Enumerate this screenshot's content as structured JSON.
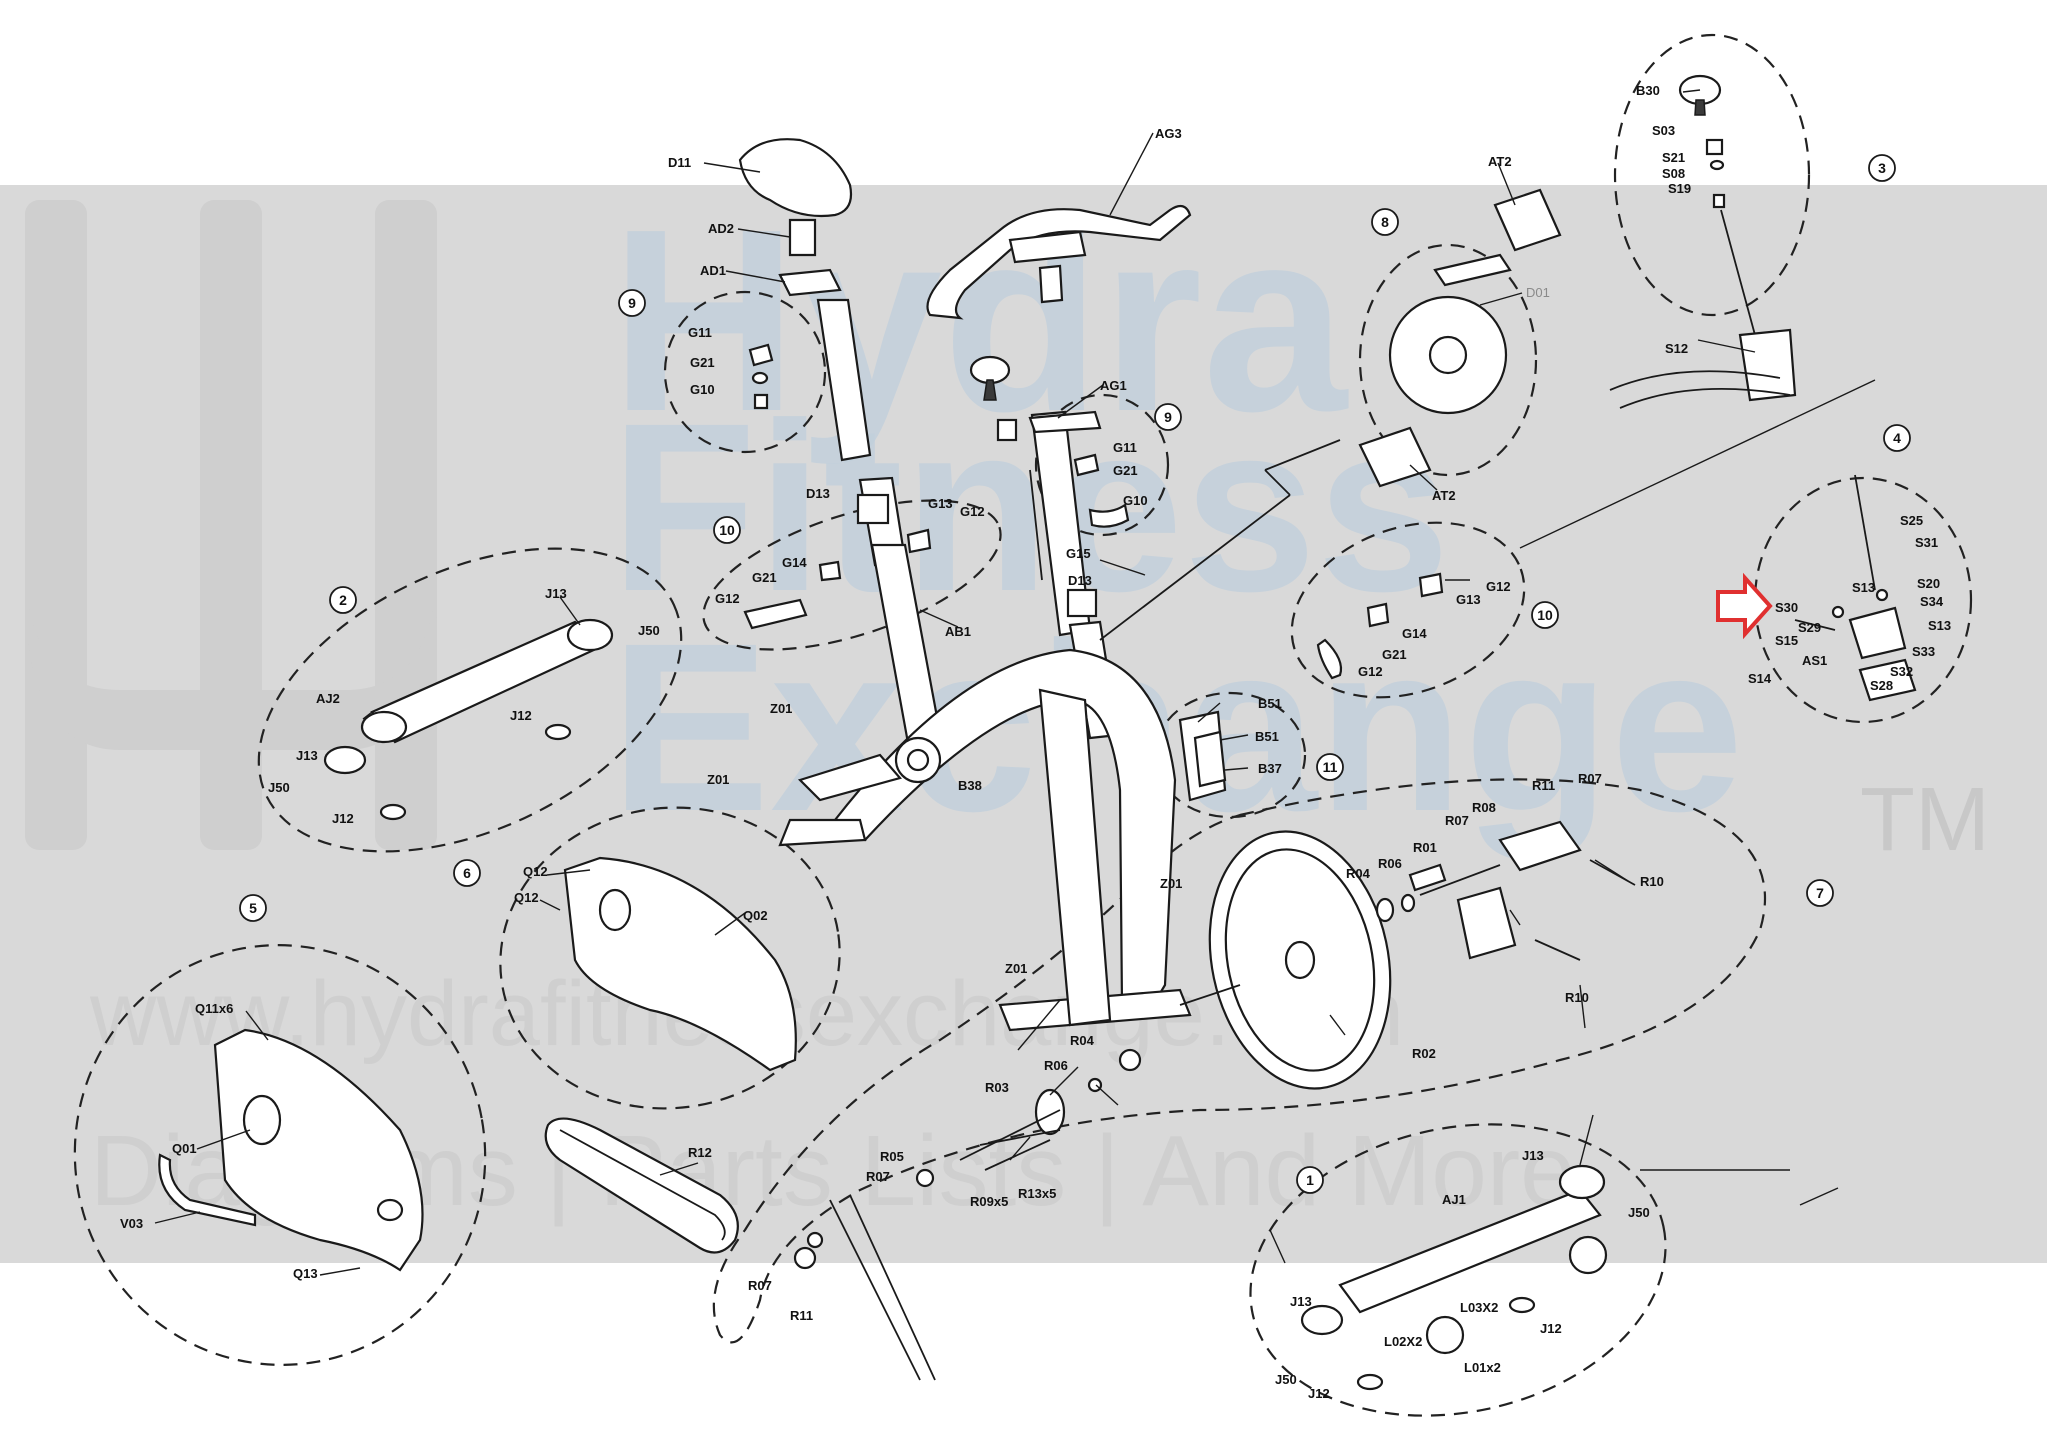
{
  "watermark": {
    "line1": "Hydra",
    "line2": "Fitness",
    "line3": "Exchange",
    "tm": "TM",
    "url": "www.hydrafitnessexchange.com",
    "tagline": "Diagrams | Parts Lists | And More"
  },
  "group_numbers": [
    "1",
    "2",
    "3",
    "4",
    "5",
    "6",
    "7",
    "8",
    "9",
    "9",
    "10",
    "10",
    "11"
  ],
  "parts": {
    "d11": "D11",
    "ad2": "AD2",
    "ad1": "AD1",
    "ag3": "AG3",
    "ag1": "AG1",
    "at2_top": "AT2",
    "at2_bot": "AT2",
    "d01": "D01",
    "g11_a": "G11",
    "g21_a": "G21",
    "g10_a": "G10",
    "g11_b": "G11",
    "g21_b": "G21",
    "g10_b": "G10",
    "d13_a": "D13",
    "g13_a": "G13",
    "g12_a": "G12",
    "g14_a": "G14",
    "g21_c": "G21",
    "g12_b": "G12",
    "g15": "G15",
    "d13_b": "D13",
    "g12_c": "G12",
    "g13_b": "G13",
    "g14_b": "G14",
    "g21_d": "G21",
    "g12_d": "G12",
    "ab1": "AB1",
    "b51_a": "B51",
    "b51_b": "B51",
    "b37": "B37",
    "b38": "B38",
    "z01_a": "Z01",
    "z01_b": "Z01",
    "z01_c": "Z01",
    "z01_d": "Z01",
    "j13_a": "J13",
    "j50_a": "J50",
    "aj2": "AJ2",
    "j12_a": "J12",
    "j13_b": "J13",
    "j50_b": "J50",
    "j12_b": "J12",
    "q12_a": "Q12",
    "q12_b": "Q12",
    "q02": "Q02",
    "q11x6": "Q11x6",
    "q01": "Q01",
    "v03": "V03",
    "q13": "Q13",
    "r11_a": "R11",
    "r07_a": "R07",
    "r08": "R08",
    "r07_b": "R07",
    "r01": "R01",
    "r06_a": "R06",
    "r04_a": "R04",
    "r10_a": "R10",
    "r10_b": "R10",
    "r02": "R02",
    "r04_b": "R04",
    "r06_b": "R06",
    "r03": "R03",
    "r05": "R05",
    "r07_c": "R07",
    "r09x5": "R09x5",
    "r13x5": "R13x5",
    "r12": "R12",
    "r07_d": "R07",
    "r11_b": "R11",
    "j13_c": "J13",
    "aj1": "AJ1",
    "j50_c": "J50",
    "l03x2": "L03X2",
    "j12_c": "J12",
    "j13_d": "J13",
    "l02x2": "L02X2",
    "l01x2": "L01x2",
    "j50_d": "J50",
    "j12_d": "J12",
    "b30": "B30",
    "s03": "S03",
    "s21": "S21",
    "s08": "S08",
    "s19": "S19",
    "s12": "S12",
    "s25": "S25",
    "s31": "S31",
    "s13_a": "S13",
    "s20": "S20",
    "s34": "S34",
    "s30": "S30",
    "s29": "S29",
    "s13_b": "S13",
    "s15": "S15",
    "s33": "S33",
    "as1": "AS1",
    "s32": "S32",
    "s14": "S14",
    "s28": "S28"
  },
  "colors": {
    "band": "#d9d9d9",
    "watermark_blue": "#c2d0dc",
    "arrow": "#e03030",
    "ink": "#1a1a1a"
  }
}
